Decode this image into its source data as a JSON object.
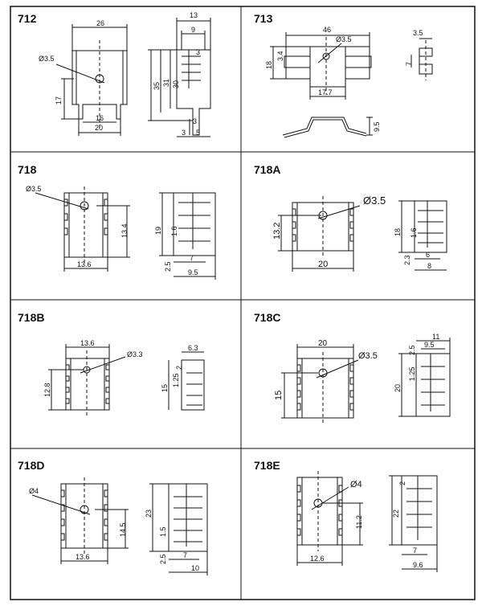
{
  "panels": [
    {
      "model": "712",
      "front": {
        "top_width": "26",
        "hole": "Ø3.5",
        "left_height": "17",
        "gap": "16",
        "bottom_width": "20"
      },
      "side": {
        "top": "13",
        "inner": "9",
        "small": "3",
        "heights": [
          "35",
          "31",
          "30"
        ],
        "leg_a": "3",
        "leg_b": "3",
        "leg_c": "5"
      }
    },
    {
      "model": "713",
      "front": {
        "top_width": "46",
        "hole": "Ø3.5",
        "left_height": "18",
        "notch": "3.4",
        "bottom_width": "17.7"
      },
      "side": {
        "top": "3.5",
        "height": "7"
      },
      "bend": {
        "height": "9.5"
      }
    },
    {
      "model": "718",
      "front": {
        "hole": "Ø3.5",
        "height": "13.4",
        "width": "13.6"
      },
      "side": {
        "height": "19",
        "pitch": "1.6",
        "foot": "2.5",
        "inner": "7",
        "outer": "9.5"
      }
    },
    {
      "model": "718A",
      "front": {
        "hole": "Ø3.5",
        "height": "13.2",
        "width": "20"
      },
      "side": {
        "height": "18",
        "pitch": "1.6",
        "foot": "2.3",
        "inner": "6",
        "outer": "8"
      }
    },
    {
      "model": "718B",
      "front": {
        "width": "13.6",
        "hole": "Ø3.3",
        "height": "12.8"
      },
      "side": {
        "top": "6.3",
        "height": "15",
        "pitch": "1.25",
        "small": "2"
      }
    },
    {
      "model": "718C",
      "front": {
        "width": "20",
        "hole": "Ø3.5",
        "height": "15"
      },
      "side": {
        "top": "11",
        "inner": "9.5",
        "small": "2.5",
        "height": "20",
        "pitch": "1.25"
      }
    },
    {
      "model": "718D",
      "front": {
        "hole": "Ø4",
        "height": "14.5",
        "width": "13.6"
      },
      "side": {
        "height": "23",
        "pitch": "1.5",
        "foot": "2.5",
        "inner": "7",
        "outer": "10"
      }
    },
    {
      "model": "718E",
      "front": {
        "hole": "Ø4",
        "height": "11.2",
        "width": "12.6"
      },
      "side": {
        "small": "2",
        "height": "22",
        "inner": "7",
        "outer": "9.6"
      }
    }
  ]
}
